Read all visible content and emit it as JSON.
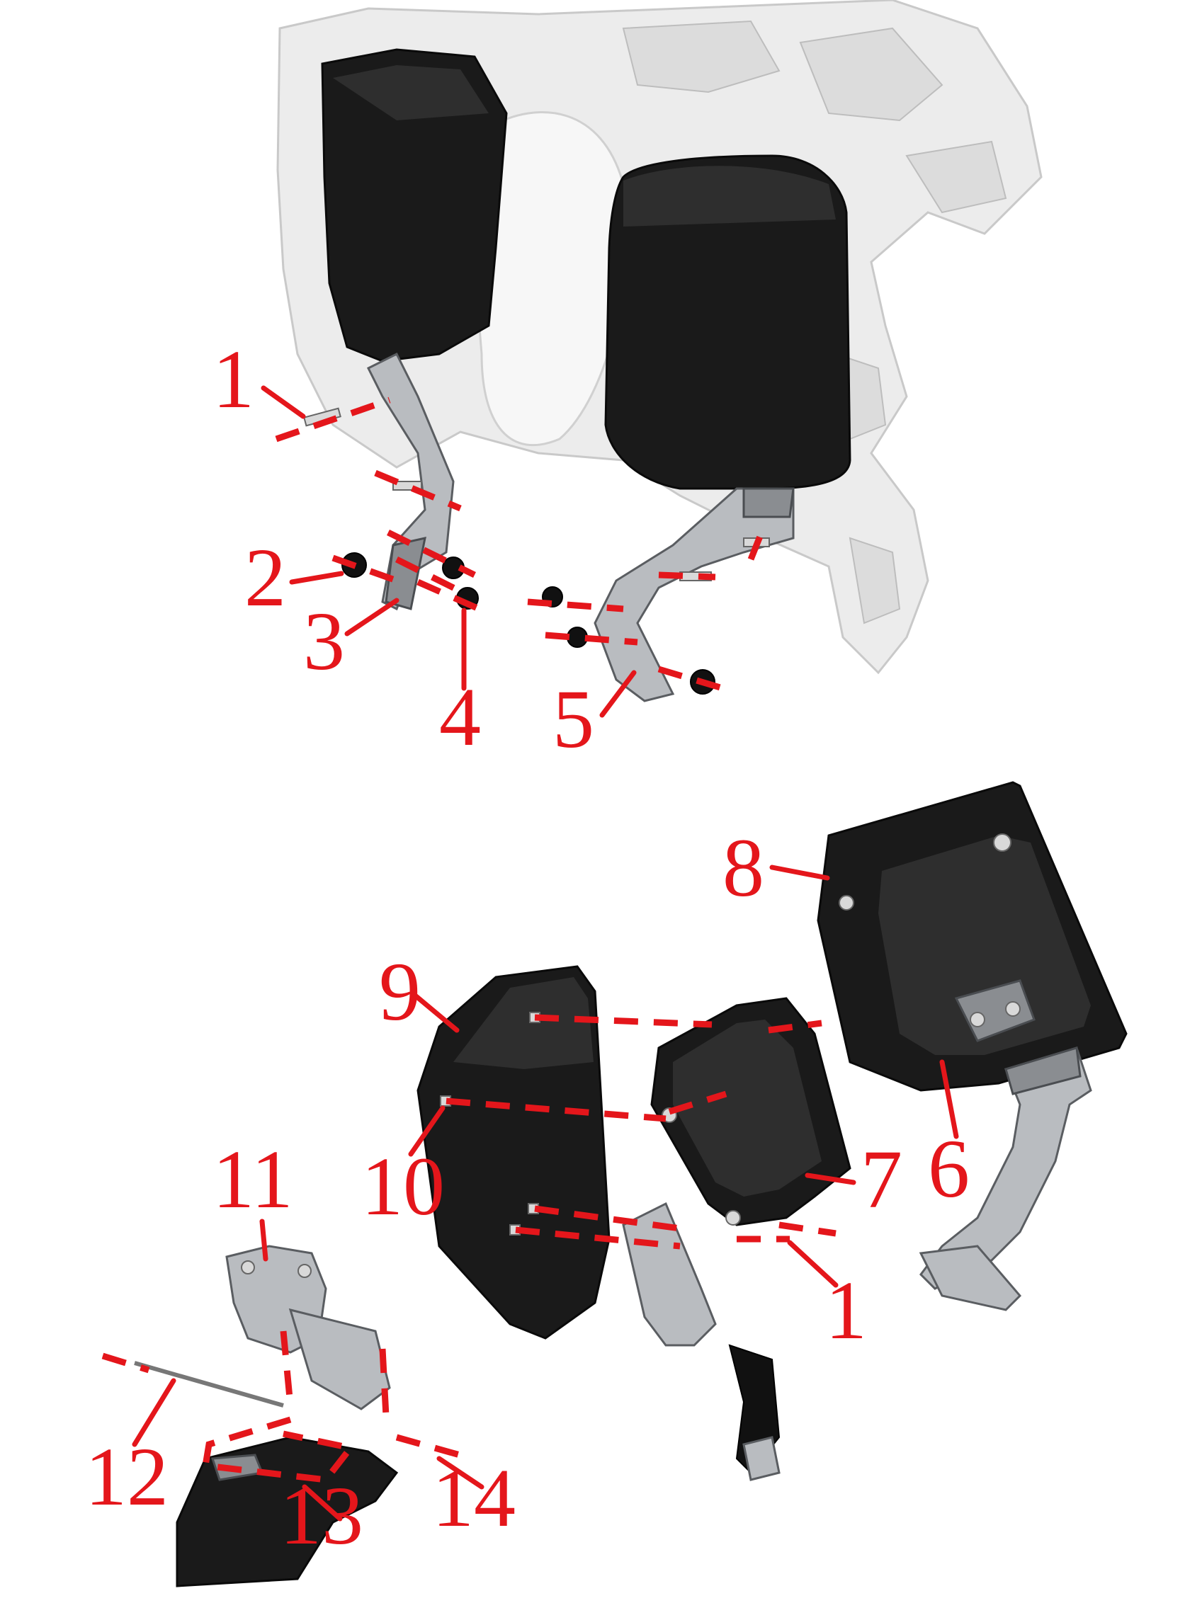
{
  "callouts": {
    "top": [
      "1",
      "2",
      "3",
      "4",
      "5"
    ],
    "bottom": [
      "8",
      "9",
      "10",
      "11",
      "7",
      "6",
      "1",
      "12",
      "13",
      "14"
    ]
  },
  "colors": {
    "callout": "#e4161b",
    "panel": "#1a1a1a",
    "frame": "#ececec",
    "metal": "#b9bcc0"
  }
}
